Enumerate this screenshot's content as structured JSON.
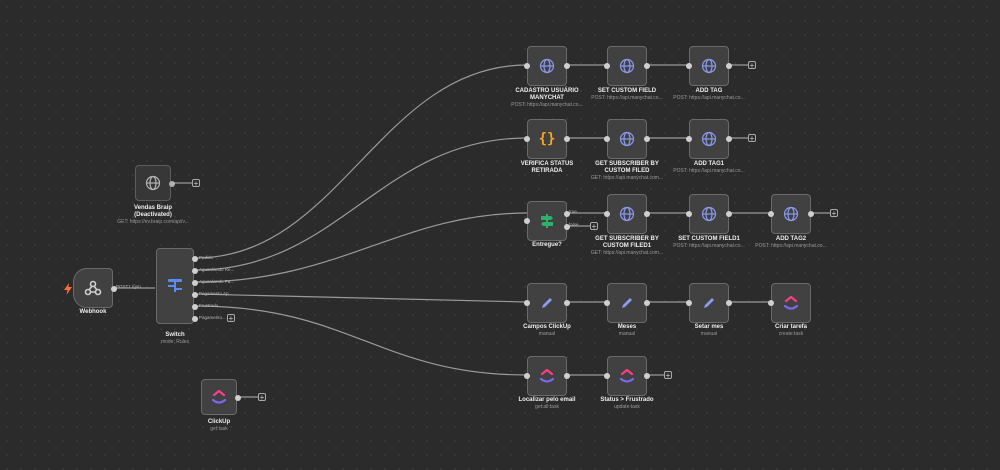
{
  "canvas": {
    "background": "#2b2b2b",
    "edge_color": "#9a9a9a"
  },
  "nodes": {
    "webhook": {
      "title": "Webhook",
      "icon": "webhook-icon",
      "output_label": "POST1 /{ym"
    },
    "vendas": {
      "title": "Vendas Braip",
      "title2": "(Deactivated)",
      "subtitle": "GET: https://ev.braip.com/api/v..."
    },
    "switch": {
      "title": "Switch",
      "subtitle": "mode: Rules",
      "outputs": [
        "Pedido",
        "Aguardando Re...",
        "Aguardando Pa...",
        "Pagamento Ap...",
        "Frustrado",
        "Pagamento..."
      ]
    },
    "clickup_bottom": {
      "title": "ClickUp",
      "subtitle": "get:task"
    },
    "cadastro": {
      "title": "CADASTRO USUÁRIO",
      "title2": "MANYCHAT",
      "subtitle": "POST: https://api.manychat.co..."
    },
    "setcf": {
      "title": "SET CUSTOM FIELD",
      "subtitle": "POST: https://api.manychat.co..."
    },
    "addtag": {
      "title": "ADD TAG",
      "subtitle": "POST: https://api.manychat.co..."
    },
    "verifica": {
      "title": "VERIFICA STATUS",
      "title2": "RETIRADA"
    },
    "getsub": {
      "title": "GET SUBSCRIBER BY",
      "title2": "CUSTOM FILED",
      "subtitle": "GET: https://api.manychat.com..."
    },
    "addtag1": {
      "title": "ADD TAG1",
      "subtitle": "POST: https://api.manychat.co..."
    },
    "entregue": {
      "title": "Entregue?",
      "true_label": "true",
      "false_label": "false"
    },
    "getsub1": {
      "title": "GET SUBSCRIBER BY",
      "title2": "CUSTOM FILED1",
      "subtitle": "GET: https://api.manychat.com..."
    },
    "setcf1": {
      "title": "SET CUSTOM FIELD1",
      "subtitle": "POST: https://api.manychat.co..."
    },
    "addtag2": {
      "title": "ADD TAG2",
      "subtitle": "POST: https://api.manychat.co..."
    },
    "campos": {
      "title": "Campos ClickUp",
      "subtitle": "manual"
    },
    "meses": {
      "title": "Meses",
      "subtitle": "manual"
    },
    "setarmes": {
      "title": "Setar mes",
      "subtitle": "manual"
    },
    "criar": {
      "title": "Criar tarefa",
      "subtitle": "create:task"
    },
    "localizar": {
      "title": "Localizar pelo email",
      "subtitle": "get:all:task"
    },
    "status": {
      "title": "Status > Frustrado",
      "subtitle": "update:task"
    }
  },
  "colors": {
    "http_icon": "#8a9bf0",
    "edit_icon": "#8a9bf0",
    "code_icon": "#f5a623",
    "if_icon": "#2fb06a",
    "switch_icon": "#5b8def",
    "webhook_icon": "#cfcfcf",
    "bolt_icon": "#ff6d3a",
    "clickup_pink": "#fd3d8a",
    "clickup_purple": "#7b68ee",
    "clickup_yellow": "#ffc800"
  }
}
